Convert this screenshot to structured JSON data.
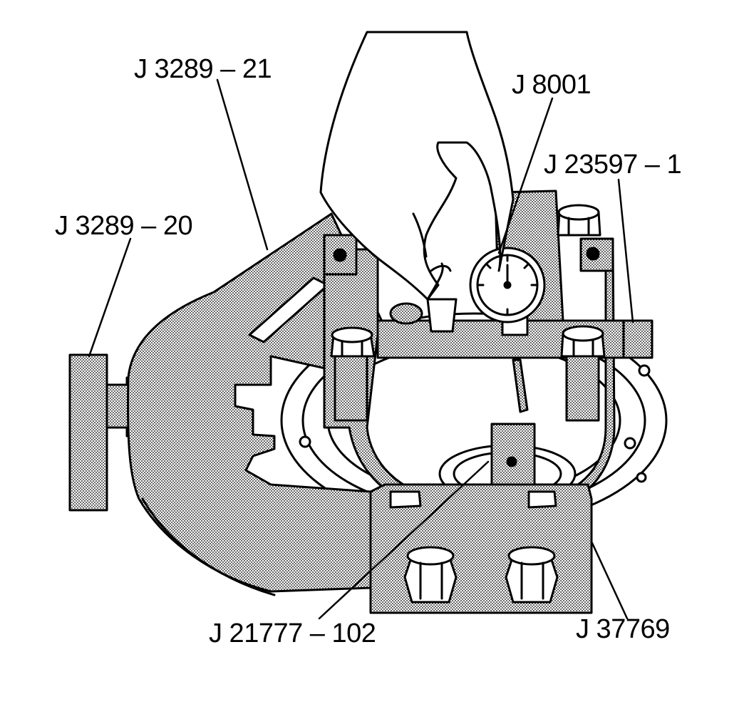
{
  "callouts": {
    "j3289_21": "J 3289 – 21",
    "j8001": "J 8001",
    "j23597_1": "J 23597 – 1",
    "j3289_20": "J 3289 – 20",
    "j21777_102": "J 21777 – 102",
    "j37769": "J 37769"
  },
  "colors": {
    "ink": "#000000",
    "stipple": "#c8c8c8",
    "paper": "#ffffff"
  }
}
